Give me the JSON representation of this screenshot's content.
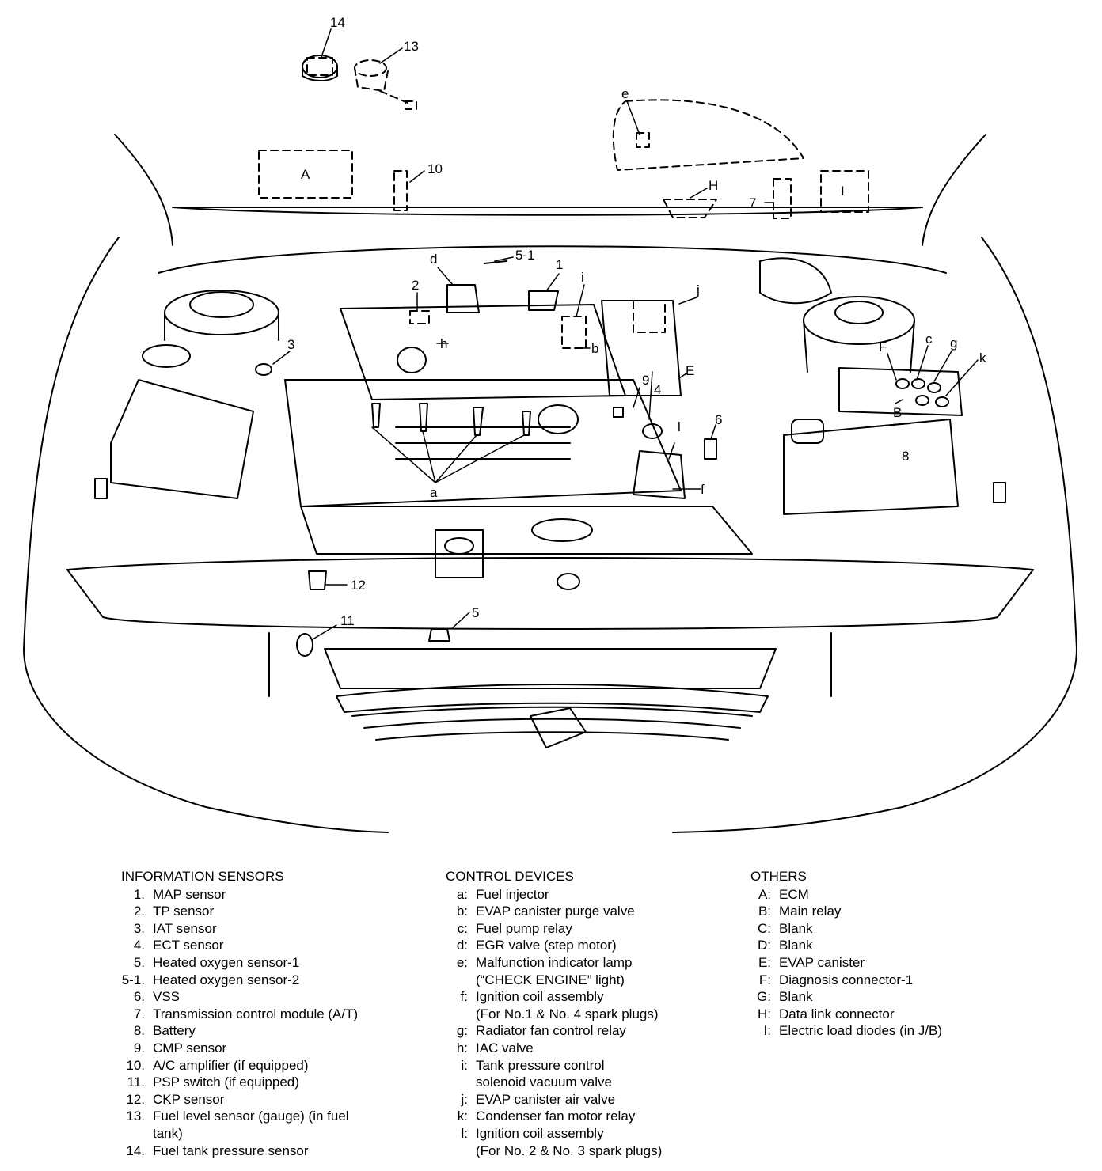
{
  "callouts": {
    "n14": "14",
    "n13": "13",
    "n10": "10",
    "n7": "7",
    "n5_1": "5-1",
    "n1": "1",
    "n2": "2",
    "n3": "3",
    "n9": "9",
    "n4": "4",
    "n6": "6",
    "n8": "8",
    "n12": "12",
    "n5": "5",
    "n11": "11",
    "A": "A",
    "e": "e",
    "H": "H",
    "I": "I",
    "d": "d",
    "i_top": "i",
    "j": "j",
    "h": "h",
    "b": "b",
    "E": "E",
    "F": "F",
    "c": "c",
    "g": "g",
    "k": "k",
    "B": "B",
    "a": "a",
    "l": "l",
    "f": "f"
  },
  "legend": {
    "info": {
      "heading": "INFORMATION SENSORS",
      "items": [
        {
          "key": "1.",
          "text": "MAP sensor"
        },
        {
          "key": "2.",
          "text": "TP sensor"
        },
        {
          "key": "3.",
          "text": "IAT sensor"
        },
        {
          "key": "4.",
          "text": "ECT sensor"
        },
        {
          "key": "5.",
          "text": "Heated oxygen sensor-1"
        },
        {
          "key": "5-1.",
          "text": "Heated oxygen sensor-2"
        },
        {
          "key": "6.",
          "text": "VSS"
        },
        {
          "key": "7.",
          "text": "Transmission control module (A/T)"
        },
        {
          "key": "8.",
          "text": "Battery"
        },
        {
          "key": "9.",
          "text": "CMP sensor"
        },
        {
          "key": "10.",
          "text": "A/C amplifier (if equipped)"
        },
        {
          "key": "11.",
          "text": "PSP switch (if equipped)"
        },
        {
          "key": "12.",
          "text": "CKP sensor"
        },
        {
          "key": "13.",
          "text": "Fuel level sensor (gauge) (in fuel"
        },
        {
          "key": "",
          "text": "tank)"
        },
        {
          "key": "14.",
          "text": "Fuel tank pressure sensor"
        }
      ]
    },
    "control": {
      "heading": "CONTROL DEVICES",
      "items": [
        {
          "key": "a:",
          "text": "Fuel injector"
        },
        {
          "key": "b:",
          "text": "EVAP canister purge valve"
        },
        {
          "key": "c:",
          "text": "Fuel pump relay"
        },
        {
          "key": "d:",
          "text": "EGR valve (step motor)"
        },
        {
          "key": "e:",
          "text": "Malfunction indicator lamp"
        },
        {
          "key": "",
          "text": "(“CHECK ENGINE” light)"
        },
        {
          "key": "f:",
          "text": "Ignition coil assembly"
        },
        {
          "key": "",
          "text": "(For No.1 & No. 4 spark plugs)"
        },
        {
          "key": "g:",
          "text": "Radiator fan control relay"
        },
        {
          "key": "h:",
          "text": "IAC valve"
        },
        {
          "key": "i:",
          "text": "Tank pressure control"
        },
        {
          "key": "",
          "text": "solenoid vacuum valve"
        },
        {
          "key": "j:",
          "text": "EVAP canister air valve"
        },
        {
          "key": "k:",
          "text": "Condenser fan motor relay"
        },
        {
          "key": "l:",
          "text": "Ignition coil assembly"
        },
        {
          "key": "",
          "text": "(For No. 2 & No. 3 spark plugs)"
        }
      ]
    },
    "others": {
      "heading": "OTHERS",
      "items": [
        {
          "key": "A:",
          "text": "ECM"
        },
        {
          "key": "B:",
          "text": "Main relay"
        },
        {
          "key": "C:",
          "text": "Blank"
        },
        {
          "key": "D:",
          "text": "Blank"
        },
        {
          "key": "E:",
          "text": "EVAP canister"
        },
        {
          "key": "F:",
          "text": "Diagnosis connector-1"
        },
        {
          "key": "G:",
          "text": "Blank"
        },
        {
          "key": "H:",
          "text": "Data link connector"
        },
        {
          "key": "I:",
          "text": "Electric load diodes (in J/B)"
        }
      ]
    }
  }
}
